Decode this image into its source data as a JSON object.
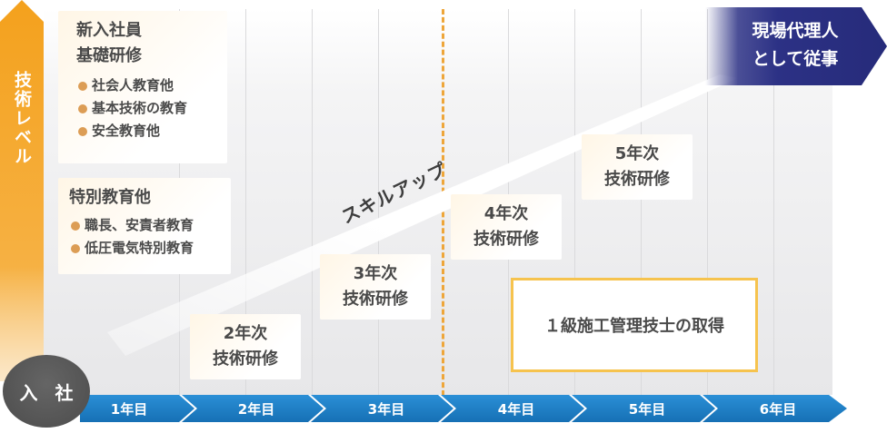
{
  "vertical_axis": {
    "label": "技術レベル"
  },
  "entry": {
    "label": "入 社"
  },
  "skill_up": {
    "label": "スキルアップ"
  },
  "goal": {
    "label": "現場代理人\nとして従事"
  },
  "timeline": {
    "years": [
      "1年目",
      "2年目",
      "3年目",
      "4年目",
      "5年目",
      "6年目"
    ]
  },
  "boxes": {
    "newcomer": {
      "title": "新入社員\n基礎研修",
      "items": [
        "社会人教育他",
        "基本技術の教育",
        "安全教育他"
      ]
    },
    "special": {
      "title": "特別教育他",
      "items": [
        "職長、安責者教育",
        "低圧電気特別教育"
      ]
    },
    "year2": {
      "title": "2年次\n技術研修"
    },
    "year3": {
      "title": "3年次\n技術研修"
    },
    "year4": {
      "title": "4年次\n技術研修"
    },
    "year5": {
      "title": "5年次\n技術研修"
    },
    "certificate": {
      "title": "１級施工管理技士の取得"
    }
  },
  "colors": {
    "orange": "#f3a623",
    "blue": "#1b7fc6",
    "navy": "#2c3185",
    "dashed": "#eea63a",
    "cert_border": "#f6c34e",
    "bullet": "#dc9d55"
  }
}
